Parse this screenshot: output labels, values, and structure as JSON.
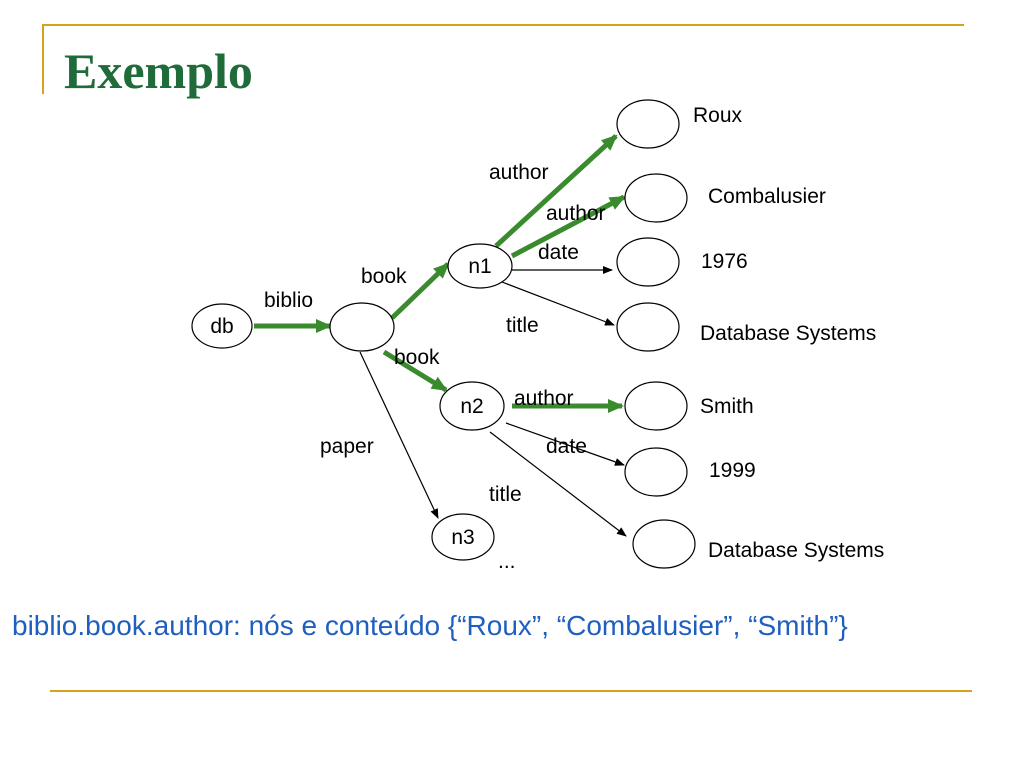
{
  "slide": {
    "title": "Exemplo",
    "caption": "biblio.book.author: nós e conteúdo {“Roux”, “Combalusier”, “Smith”}"
  },
  "colors": {
    "title": "#1f6b3a",
    "accent_bar": "#d4a21b",
    "highlight_edge": "#3a8a2e",
    "caption": "#1f5fbf"
  },
  "graph": {
    "nodes": {
      "db": "db",
      "n1": "n1",
      "n2": "n2",
      "n3": "n3"
    },
    "values": {
      "roux": "Roux",
      "combalusier": "Combalusier",
      "year1": "1976",
      "title1": "Database Systems",
      "smith": "Smith",
      "year2": "1999",
      "title2": "Database Systems",
      "ellipsis": "..."
    },
    "edges": {
      "biblio": "biblio",
      "book1": "book",
      "book2": "book",
      "paper": "paper",
      "author1": "author",
      "author2": "author",
      "date1": "date",
      "title1": "title",
      "author3": "author",
      "date2": "date",
      "title2": "title"
    }
  }
}
